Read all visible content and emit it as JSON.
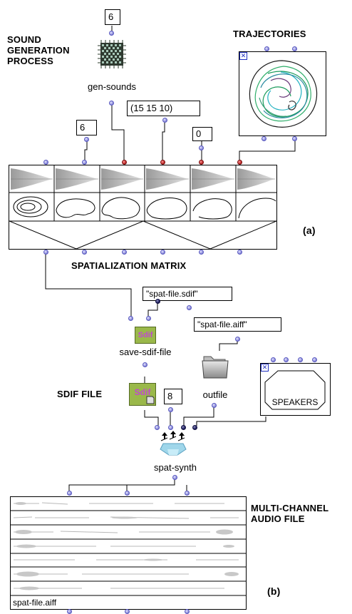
{
  "labels": {
    "sound_generation": [
      "SOUND",
      "GENERATION",
      "PROCESS"
    ],
    "trajectories": "TRAJECTORIES",
    "fig_a": "(a)",
    "spatialization_matrix": "SPATIALIZATION MATRIX",
    "sdif_file": "SDIF FILE",
    "multichannel": [
      "MULTI-CHANNEL",
      "AUDIO FILE"
    ],
    "fig_b": "(b)"
  },
  "boxes": {
    "n_sounds": "6",
    "list_value": "(15 15 10)",
    "six_value": "6",
    "zero_value": "0",
    "sdif_filename": "\"spat-file.sdif\"",
    "aiff_filename": "\"spat-file.aiff\"",
    "eight_value": "8"
  },
  "modules": {
    "gen_sounds": "gen-sounds",
    "save_sdif": "save-sdif-file",
    "outfile": "outfile",
    "speakers": "SPEAKERS",
    "spat_synth": "spat-synth",
    "sdif_icon": "Sdif",
    "sdif_icon2": "Sdif",
    "audio_filename": "spat-file.aiff"
  },
  "colors": {
    "port": "#9090dd",
    "port_red": "#c02a2a",
    "port_dark": "#202060",
    "sdif_bg": "#9ab84a",
    "sdif_text": "#c048d0"
  }
}
